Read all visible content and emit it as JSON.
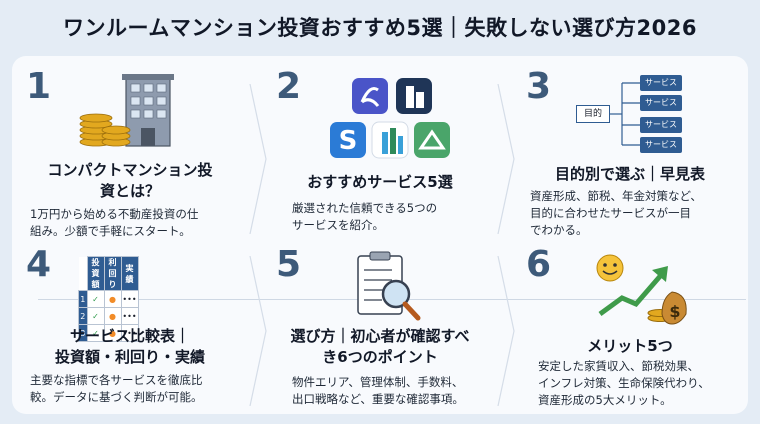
{
  "title": "ワンルームマンション投資おすすめ5選｜失敗しない選び方2026",
  "cards": [
    {
      "num": "1",
      "title_l1": "コンパクトマンション投",
      "title_l2": "資とは？",
      "desc_l1": "1万円から始める不動産投資の仕",
      "desc_l2": "組み。少額で手軽にスタート。",
      "desc_l3": ""
    },
    {
      "num": "2",
      "title_l1": "おすすめサービス5選",
      "title_l2": "",
      "desc_l1": "厳選された信頼できる5つの",
      "desc_l2": "サービスを紹介。",
      "desc_l3": ""
    },
    {
      "num": "3",
      "title_l1": "目的別で選ぶ｜早見表",
      "title_l2": "",
      "desc_l1": "資産形成、節税、年金対策など、",
      "desc_l2": "目的に合わせたサービスが一目",
      "desc_l3": "でわかる。"
    },
    {
      "num": "4",
      "title_l1": "サービス比較表｜",
      "title_l2": "投資額・利回り・実績",
      "desc_l1": "主要な指標で各サービスを徹底比",
      "desc_l2": "較。データに基づく判断が可能。",
      "desc_l3": ""
    },
    {
      "num": "5",
      "title_l1": "選び方｜初心者が確認すべ",
      "title_l2": "き6つのポイント",
      "desc_l1": "物件エリア、管理体制、手数料、",
      "desc_l2": "出口戦略など、重要な確認事項。",
      "desc_l3": ""
    },
    {
      "num": "6",
      "title_l1": "メリット5つ",
      "title_l2": "",
      "desc_l1": "安定した家賃収入、節税効果、",
      "desc_l2": "インフレ対策、生命保険代わり、",
      "desc_l3": "資産形成の5大メリット。"
    }
  ],
  "flow": {
    "root": "目的",
    "box": "サービス"
  },
  "table": {
    "headers": [
      "投資額",
      "利回り",
      "実績"
    ],
    "rows": [
      "1",
      "2",
      "3"
    ]
  },
  "icons": {
    "building": "building-icon",
    "coins": "coin-stack-icon",
    "checklist": "checklist-magnifier-icon",
    "growth": "growth-chart-icon"
  },
  "colors": {
    "accent": "#2f5c92",
    "number": "#3d5a7a",
    "coin": "#e2a81f"
  }
}
